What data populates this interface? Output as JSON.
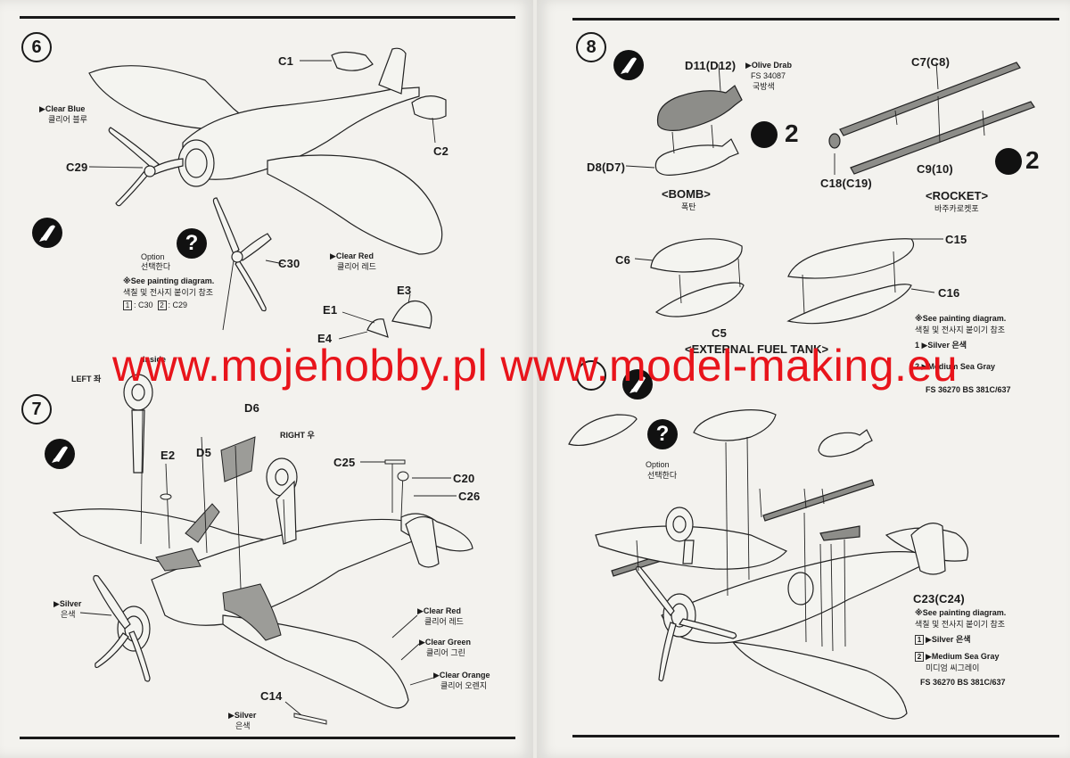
{
  "watermark": "www.mojehobby.pl www.model-making.eu",
  "steps": {
    "s6": "6",
    "s7": "7",
    "s8": "8"
  },
  "step6": {
    "c1": "C1",
    "c2": "C2",
    "c29": "C29",
    "c30": "C30",
    "e1": "E1",
    "e3": "E3",
    "e4": "E4",
    "clear_blue_en": "▶Clear Blue",
    "clear_blue_kr": "클리어 블루",
    "clear_red_en": "▶Clear Red",
    "clear_red_kr": "클리어 레드",
    "option_en": "Option",
    "option_kr": "선택한다",
    "qmark": "?",
    "see_painting": "※See painting diagram.",
    "see_painting_kr": "색칠 및 전사지 붙이기 참조",
    "legend_1_num": "1",
    "legend_1_val": ": C30",
    "legend_2_num": "2",
    "legend_2_val": ": C29"
  },
  "step7": {
    "left_label": "LEFT 좌",
    "right_label": "RIGHT 우",
    "inside_label": "Inside",
    "d5": "D5",
    "d6": "D6",
    "e2": "E2",
    "c25": "C25",
    "c20": "C20",
    "c26": "C26",
    "c14": "C14",
    "silver_en": "▶Silver",
    "silver_kr": "은색",
    "clear_red_en": "▶Clear Red",
    "clear_red_kr": "클리어 레드",
    "clear_green_en": "▶Clear Green",
    "clear_green_kr": "클리어 그린",
    "clear_orange_en": "▶Clear Orange",
    "clear_orange_kr": "클리어 오렌지",
    "silver2_en": "▶Silver",
    "silver2_kr": "은색"
  },
  "step8": {
    "d11": "D11(D12)",
    "olive_en": "▶Olive Drab",
    "olive_fs": "FS 34087",
    "olive_kr": "국방색",
    "d8": "D8(D7)",
    "decal_count_1": "2",
    "bomb_en": "<BOMB>",
    "bomb_kr": "폭탄",
    "c7": "C7(C8)",
    "c9": "C9(10)",
    "c18": "C18(C19)",
    "decal_count_2": "2",
    "rocket_en": "<ROCKET>",
    "rocket_kr": "바주카로켓포",
    "c6": "C6",
    "c5": "C5",
    "c15": "C15",
    "c16": "C16",
    "fuel_tank": "<EXTERNAL FUEL TANK>",
    "see_painting": "※See painting diagram.",
    "see_painting_kr": "색칠 및 전사지 붙이기 참조",
    "legend_1": "1 ▶Silver 은색",
    "legend_2": "2 ▶Medium Sea Gray",
    "legend_fs": "FS 36270   BS 381C/637"
  },
  "step9": {
    "qmark": "?",
    "option_en": "Option",
    "option_kr": "선택한다",
    "c23": "C23(C24)",
    "see_painting": "※See painting diagram.",
    "see_painting_kr": "색칠 및 전사지 붙이기 참조",
    "legend_1_num": "1",
    "legend_1_val": "▶Silver 은색",
    "legend_2_num": "2",
    "legend_2_val": "▶Medium Sea Gray",
    "legend_2_kr": "미디엄 씨그레이",
    "legend_fs": "FS 36270   BS 381C/637"
  }
}
